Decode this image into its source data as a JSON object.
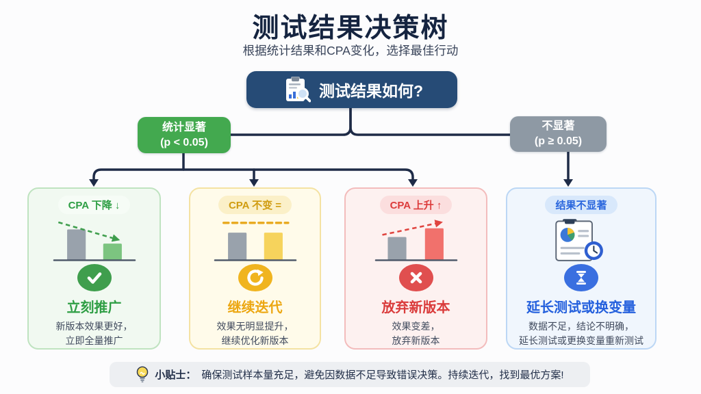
{
  "header": {
    "title": "测试结果决策树",
    "subtitle": "根据统计结果和CPA变化，选择最佳行动"
  },
  "root": {
    "question": "测试结果如何?",
    "icon": "clipboard-magnifier-icon",
    "bg_color": "#264b76"
  },
  "branches": {
    "significant": {
      "line1": "统计显著",
      "line2": "(p < 0.05)",
      "color": "#43a94f"
    },
    "not_significant": {
      "line1": "不显著",
      "line2": "(p ≥ 0.05)",
      "color": "#8e99a4"
    }
  },
  "cards": [
    {
      "badge": "CPA 下降 ↓",
      "chart": "two bars, gray tall then green short, dashed green arrow descending",
      "icon": "check-circle-icon",
      "title": "立刻推广",
      "body_line1": "新版本效果更好，",
      "body_line2": "立即全量推广",
      "accent": "#3f9e4d"
    },
    {
      "badge": "CPA 不变 =",
      "chart": "two equal bars, gray and yellow, dashed amber level line above",
      "icon": "refresh-circle-icon",
      "title": "继续迭代",
      "body_line1": "效果无明显提升，",
      "body_line2": "继续优化新版本",
      "accent": "#f0b41f"
    },
    {
      "badge": "CPA 上升 ↑",
      "chart": "two bars, gray short then red tall, dashed red arrow ascending",
      "icon": "x-circle-icon",
      "title": "放弃新版本",
      "body_line1": "效果变差，",
      "body_line2": "放弃新版本",
      "accent": "#e04f4f"
    },
    {
      "badge": "结果不显著",
      "chart": "report document with pie chart and clock",
      "icon": "hourglass-circle-icon",
      "title": "延长测试或换变量",
      "body_line1": "数据不足，结论不明确，",
      "body_line2": "延长测试或更换变量重新测试",
      "accent": "#3a6fe0"
    }
  ],
  "tip": {
    "icon": "lightbulb-icon",
    "label": "小贴士：",
    "text": "确保测试样本量充足，避免因数据不足导致错误决策。持续迭代，找到最优方案!"
  },
  "palette": {
    "connector": "#1e2b47",
    "gray_bar": "#99a2ac",
    "green_bar": "#7cc480",
    "yellow_bar": "#f6d35c",
    "red_bar": "#f1716c",
    "background": "#fcfcfd"
  }
}
